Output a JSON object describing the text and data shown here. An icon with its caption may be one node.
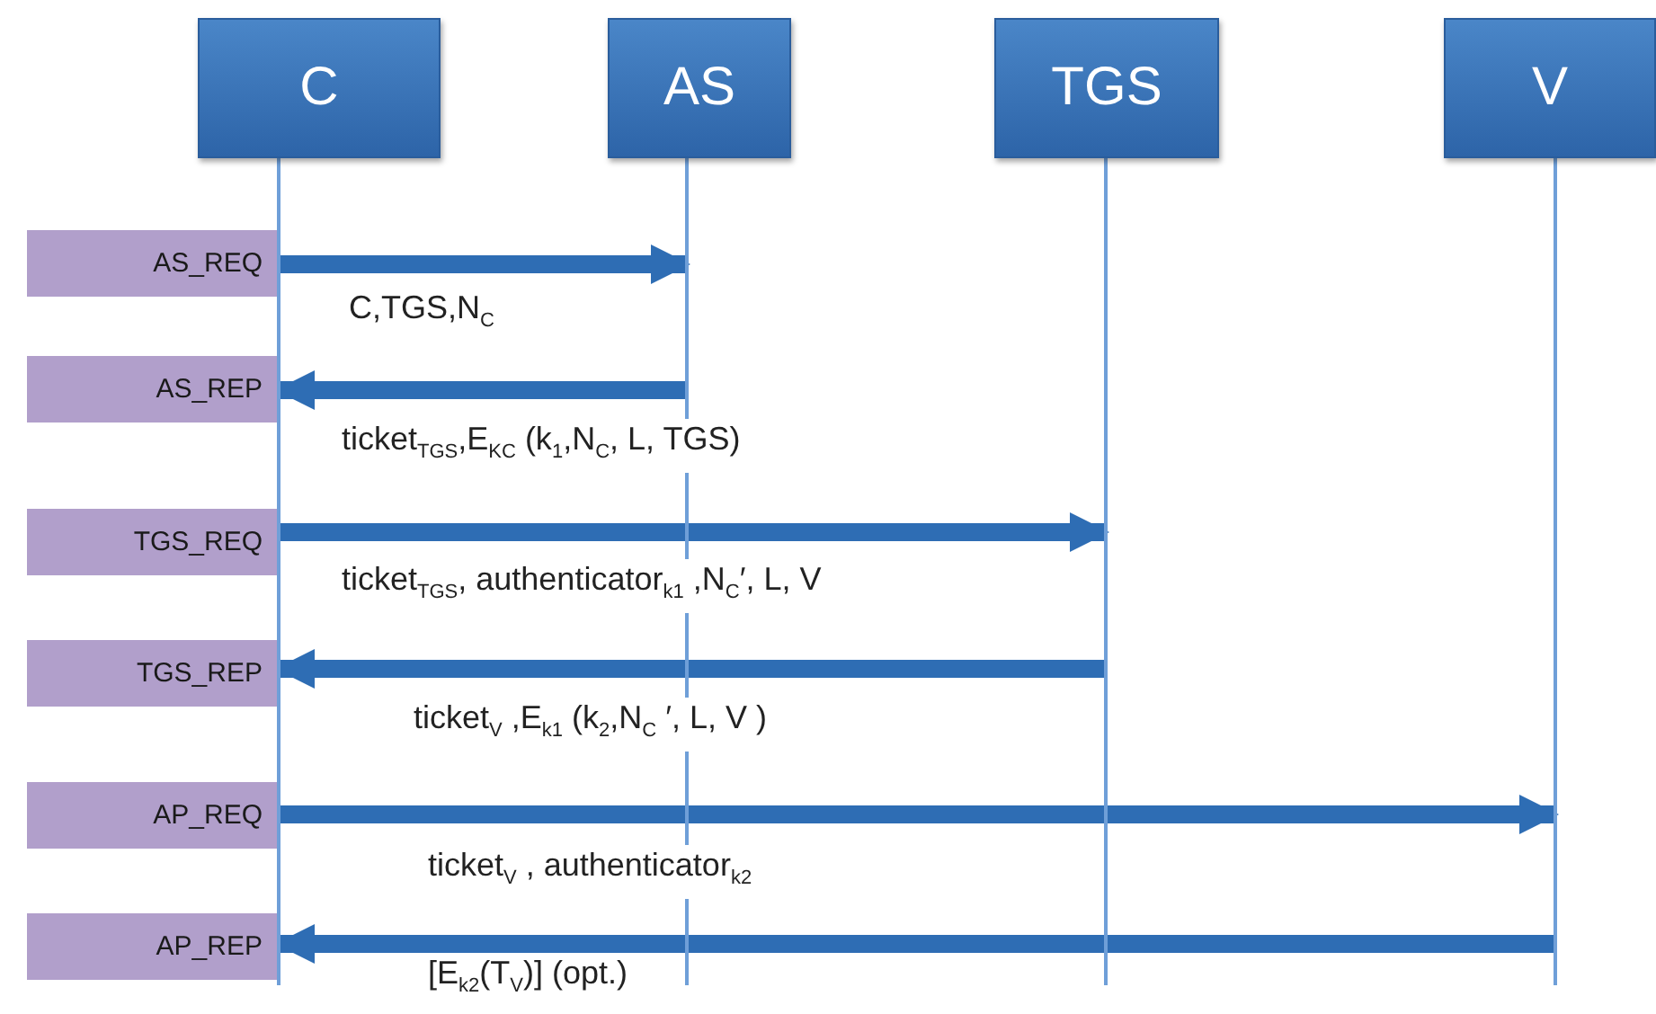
{
  "diagram": {
    "nodes": [
      {
        "text": [
          "C"
        ]
      },
      {
        "text": [
          "AS"
        ]
      },
      {
        "text": [
          "TGS"
        ]
      },
      {
        "text": [
          "V"
        ]
      },
      {
        "text": [],
        "shape": "bar"
      },
      {
        "text": [],
        "shape": "bar"
      },
      {
        "text": [],
        "shape": "bar"
      },
      {
        "text": [],
        "shape": "bar"
      },
      {
        "text": [
          "AS_REQ"
        ]
      },
      {
        "text": [
          "AS_REP"
        ]
      },
      {
        "text": [
          "TGS_REQ"
        ]
      },
      {
        "text": [
          "TGS_REP"
        ]
      },
      {
        "text": [
          "AP_REQ"
        ]
      },
      {
        "text": [
          "AP_REP"
        ]
      }
    ],
    "edges": [
      {
        "from": 4,
        "to": 5,
        "arrow": "to",
        "label": "C,TGS,N$_{C}$"
      },
      {
        "from": 5,
        "to": 4,
        "arrow": "to",
        "label": "ticket$_{TGS}$,E$_{KC}$ (k$_{1}$,N$_{C}$, L, TGS)"
      },
      {
        "from": 4,
        "to": 6,
        "arrow": "to",
        "label": "ticket$_{TGS}$, authenticator$_{k1}$ ,N$_{C}$′, L, V"
      },
      {
        "from": 6,
        "to": 4,
        "arrow": "to",
        "label": "ticket$_{V}$ ,E$_{k1}$ (k$_{2}$,N$_{C}$ ′, L, V )"
      },
      {
        "from": 4,
        "to": 7,
        "arrow": "to",
        "label": "ticket$_{V}$ , authenticator$_{k2}$"
      },
      {
        "from": 7,
        "to": 4,
        "arrow": "to",
        "label": "[E$_{k2}$(T$_{V}$)] (opt.)"
      }
    ]
  }
}
